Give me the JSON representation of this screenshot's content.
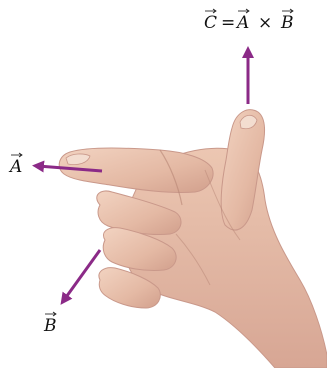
{
  "labels": {
    "c_vec": "C",
    "equals": "=",
    "a_vec_eq": "A",
    "times": "×",
    "b_vec_eq": "B",
    "a_vec": "A",
    "b_vec": "B"
  },
  "colors": {
    "arrow": "#8b2a87",
    "skin": "#e9c3ae",
    "skin_shadow": "#c9988a",
    "skin_dark": "#a87468",
    "background": "#ffffff"
  },
  "icons": {
    "arrow_c": "arrow-up",
    "arrow_a": "arrow-left",
    "arrow_b": "arrow-down-left"
  }
}
